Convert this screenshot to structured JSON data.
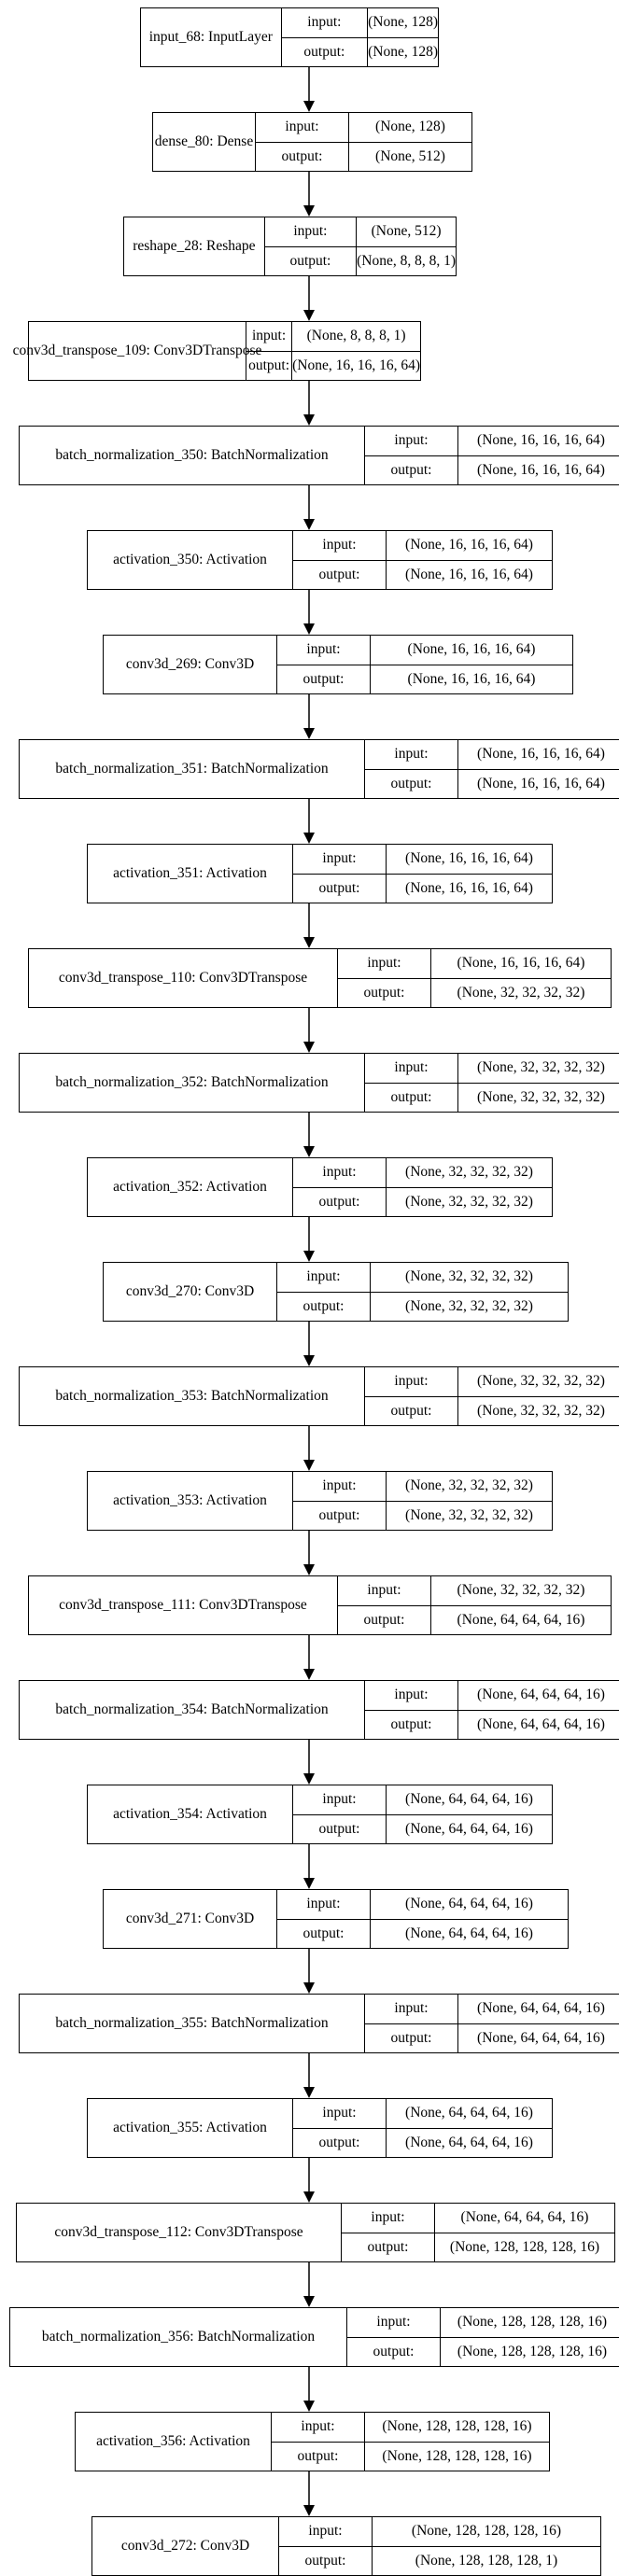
{
  "io_labels": {
    "input": "input:",
    "output": "output:"
  },
  "nodes": [
    {
      "name": "input_68: InputLayer",
      "input": "(None, 128)",
      "output": "(None, 128)"
    },
    {
      "name": "dense_80: Dense",
      "input": "(None, 128)",
      "output": "(None, 512)"
    },
    {
      "name": "reshape_28: Reshape",
      "input": "(None, 512)",
      "output": "(None, 8, 8, 8, 1)"
    },
    {
      "name": "conv3d_transpose_109: Conv3DTranspose",
      "input": "(None, 8, 8, 8, 1)",
      "output": "(None, 16, 16, 16, 64)"
    },
    {
      "name": "batch_normalization_350: BatchNormalization",
      "input": "(None, 16, 16, 16, 64)",
      "output": "(None, 16, 16, 16, 64)"
    },
    {
      "name": "activation_350: Activation",
      "input": "(None, 16, 16, 16, 64)",
      "output": "(None, 16, 16, 16, 64)"
    },
    {
      "name": "conv3d_269: Conv3D",
      "input": "(None, 16, 16, 16, 64)",
      "output": "(None, 16, 16, 16, 64)"
    },
    {
      "name": "batch_normalization_351: BatchNormalization",
      "input": "(None, 16, 16, 16, 64)",
      "output": "(None, 16, 16, 16, 64)"
    },
    {
      "name": "activation_351: Activation",
      "input": "(None, 16, 16, 16, 64)",
      "output": "(None, 16, 16, 16, 64)"
    },
    {
      "name": "conv3d_transpose_110: Conv3DTranspose",
      "input": "(None, 16, 16, 16, 64)",
      "output": "(None, 32, 32, 32, 32)"
    },
    {
      "name": "batch_normalization_352: BatchNormalization",
      "input": "(None, 32, 32, 32, 32)",
      "output": "(None, 32, 32, 32, 32)"
    },
    {
      "name": "activation_352: Activation",
      "input": "(None, 32, 32, 32, 32)",
      "output": "(None, 32, 32, 32, 32)"
    },
    {
      "name": "conv3d_270: Conv3D",
      "input": "(None, 32, 32, 32, 32)",
      "output": "(None, 32, 32, 32, 32)"
    },
    {
      "name": "batch_normalization_353: BatchNormalization",
      "input": "(None, 32, 32, 32, 32)",
      "output": "(None, 32, 32, 32, 32)"
    },
    {
      "name": "activation_353: Activation",
      "input": "(None, 32, 32, 32, 32)",
      "output": "(None, 32, 32, 32, 32)"
    },
    {
      "name": "conv3d_transpose_111: Conv3DTranspose",
      "input": "(None, 32, 32, 32, 32)",
      "output": "(None, 64, 64, 64, 16)"
    },
    {
      "name": "batch_normalization_354: BatchNormalization",
      "input": "(None, 64, 64, 64, 16)",
      "output": "(None, 64, 64, 64, 16)"
    },
    {
      "name": "activation_354: Activation",
      "input": "(None, 64, 64, 64, 16)",
      "output": "(None, 64, 64, 64, 16)"
    },
    {
      "name": "conv3d_271: Conv3D",
      "input": "(None, 64, 64, 64, 16)",
      "output": "(None, 64, 64, 64, 16)"
    },
    {
      "name": "batch_normalization_355: BatchNormalization",
      "input": "(None, 64, 64, 64, 16)",
      "output": "(None, 64, 64, 64, 16)"
    },
    {
      "name": "activation_355: Activation",
      "input": "(None, 64, 64, 64, 16)",
      "output": "(None, 64, 64, 64, 16)"
    },
    {
      "name": "conv3d_transpose_112: Conv3DTranspose",
      "input": "(None, 64, 64, 64, 16)",
      "output": "(None, 128, 128, 128, 16)"
    },
    {
      "name": "batch_normalization_356: BatchNormalization",
      "input": "(None, 128, 128, 128, 16)",
      "output": "(None, 128, 128, 128, 16)"
    },
    {
      "name": "activation_356: Activation",
      "input": "(None, 128, 128, 128, 16)",
      "output": "(None, 128, 128, 128, 16)"
    },
    {
      "name": "conv3d_272: Conv3D",
      "input": "(None, 128, 128, 128, 16)",
      "output": "(None, 128, 128, 128, 1)"
    }
  ]
}
